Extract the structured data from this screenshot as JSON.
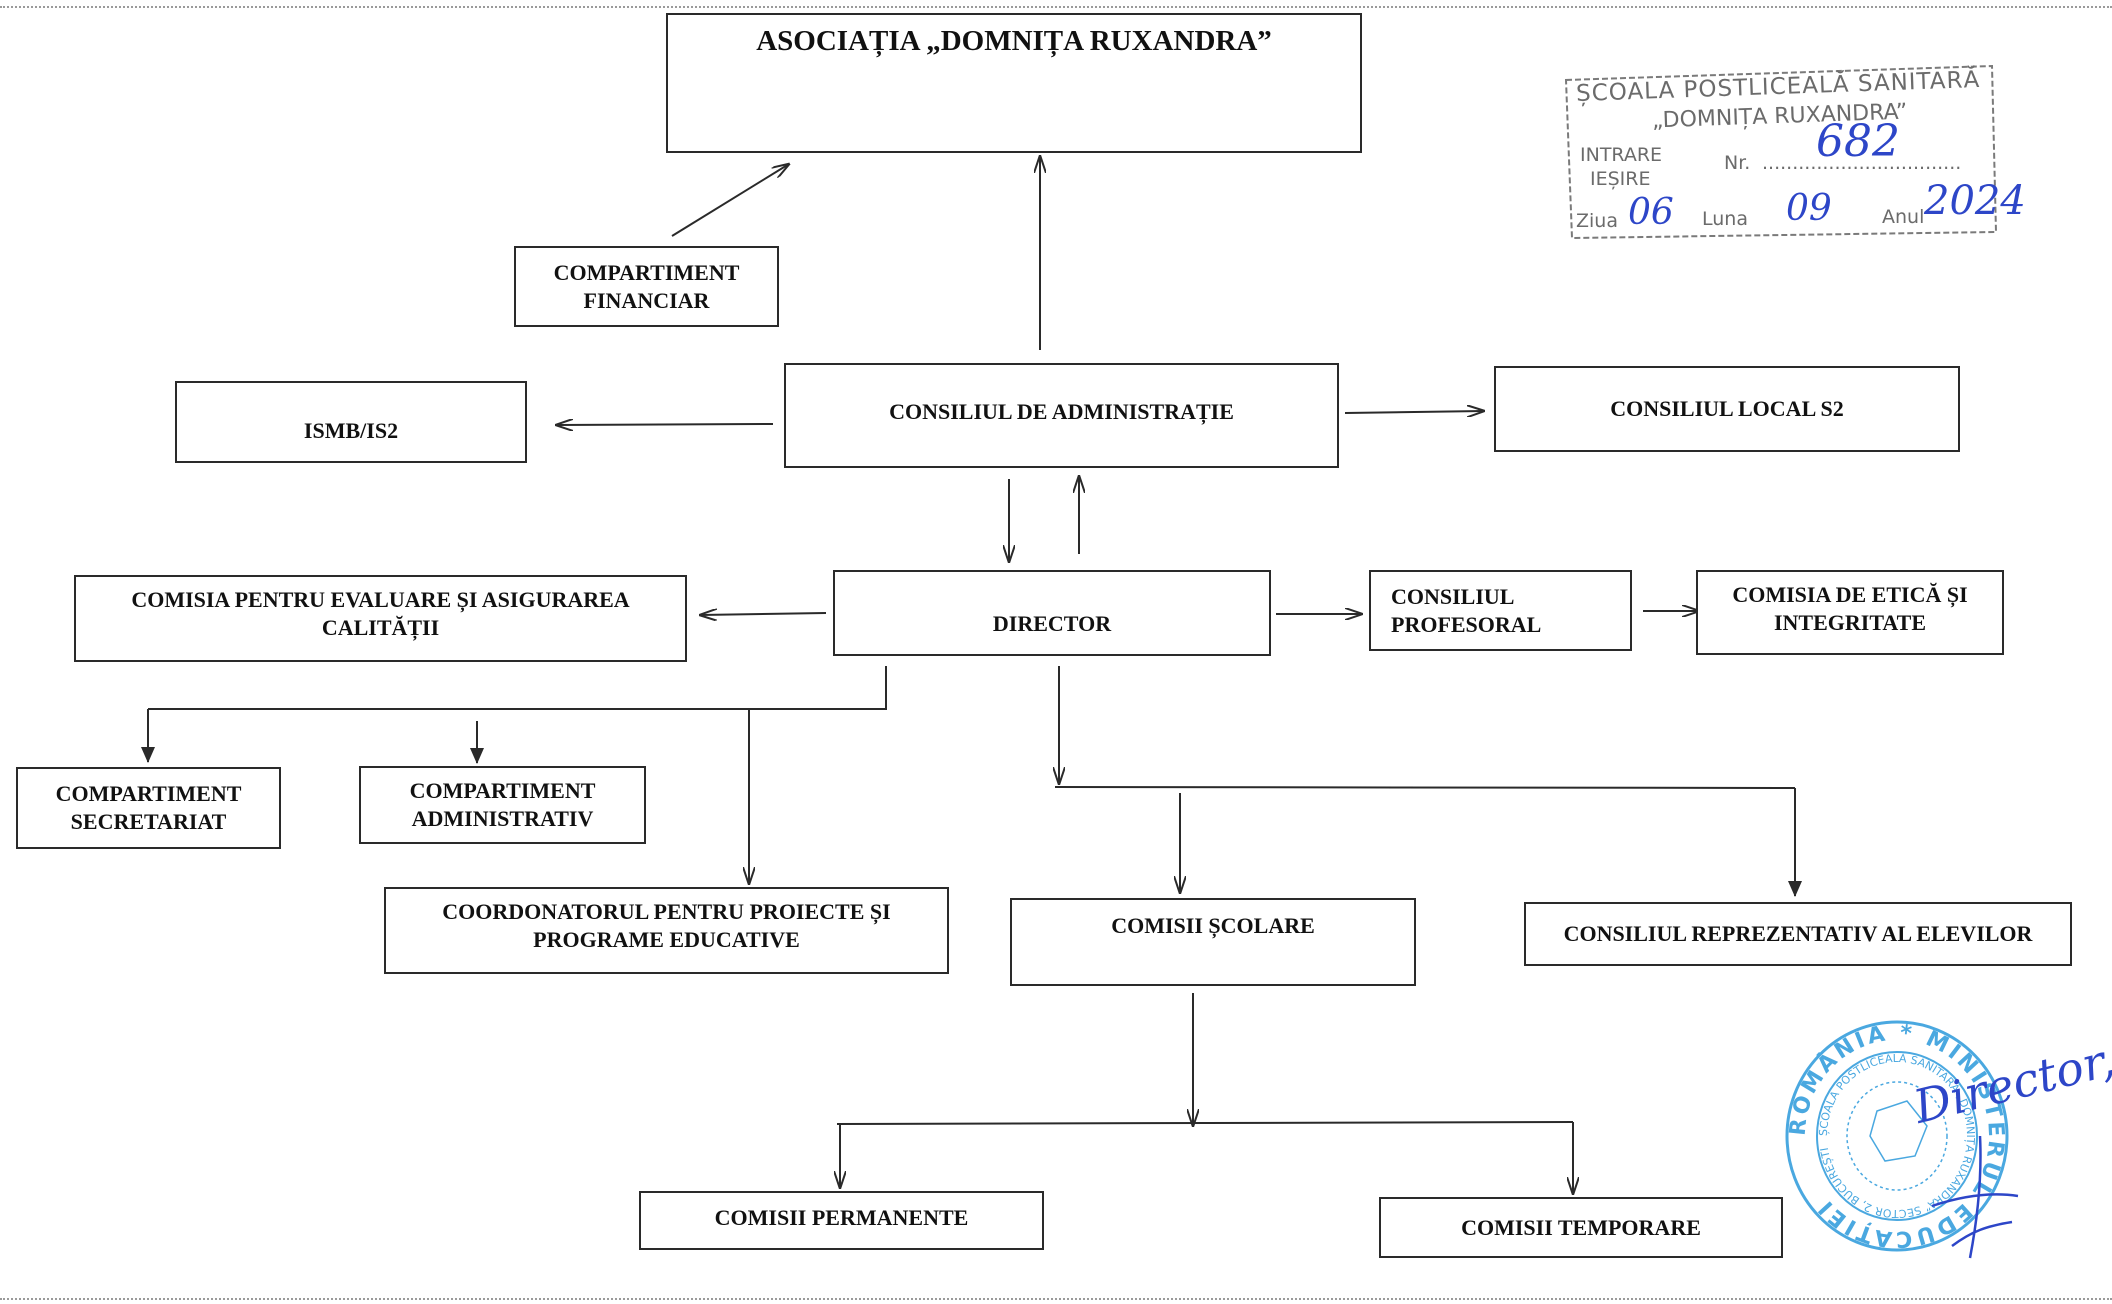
{
  "boxes": {
    "asociatia": "ASOCIAȚIA „DOMNIȚA RUXANDRA”",
    "compartiment_financiar": [
      "COMPARTIMENT",
      "FINANCIAR"
    ],
    "consiliul_administratie": "CONSILIUL DE ADMINISTRAȚIE",
    "ismb": "ISMB/IS2",
    "consiliul_local": "CONSILIUL LOCAL S2",
    "director": "DIRECTOR",
    "comisia_evaluare": [
      "COMISIA PENTRU EVALUARE ȘI ASIGURAREA",
      "CALITĂȚII"
    ],
    "consiliul_profesoral": [
      "CONSILIUL",
      "PROFESORAL"
    ],
    "comisia_etica": [
      "COMISIA DE ETICĂ ȘI",
      "INTEGRITATE"
    ],
    "compartiment_secretariat": [
      "COMPARTIMENT",
      "SECRETARIAT"
    ],
    "compartiment_administrativ": [
      "COMPARTIMENT",
      "ADMINISTRATIV"
    ],
    "coordonatorul": [
      "COORDONATORUL PENTRU PROIECTE ȘI",
      "PROGRAME EDUCATIVE"
    ],
    "comisii_scolare": "COMISII ȘCOLARE",
    "consiliul_reprezentativ": "CONSILIUL REPREZENTATIV AL ELEVILOR",
    "comisii_permanente": "COMISII PERMANENTE",
    "comisii_temporare": "COMISII TEMPORARE"
  },
  "registration_stamp": {
    "line1": "ȘCOALA POSTLICEALĂ SANITARĂ",
    "line2": "„DOMNIȚA RUXANDRA”",
    "intrare": "INTRARE",
    "iesire": "IEȘIRE",
    "nr_label": "Nr.",
    "nr_value": "682",
    "ziua_label": "Ziua",
    "ziua_value": "06",
    "luna_label": "Luna",
    "luna_value": "09",
    "anul_label": "Anul",
    "anul_value": "2024"
  },
  "seal": {
    "outer_text": "ROMÂNIA * MINISTERUL EDUCAȚIEI",
    "inner_text": "ȘCOALA POSTLICEALĂ SANITARĂ „DOMNIȚA RUXANDRA” SECTOR 2, BUCUREȘTI",
    "signature": "Director,",
    "color": "#4aa8e0"
  },
  "colors": {
    "line": "#2a2a2a",
    "stamp_ink": "#6b6b6b",
    "handwriting": "#2d46c8",
    "seal_ink": "#4aa8e0"
  }
}
